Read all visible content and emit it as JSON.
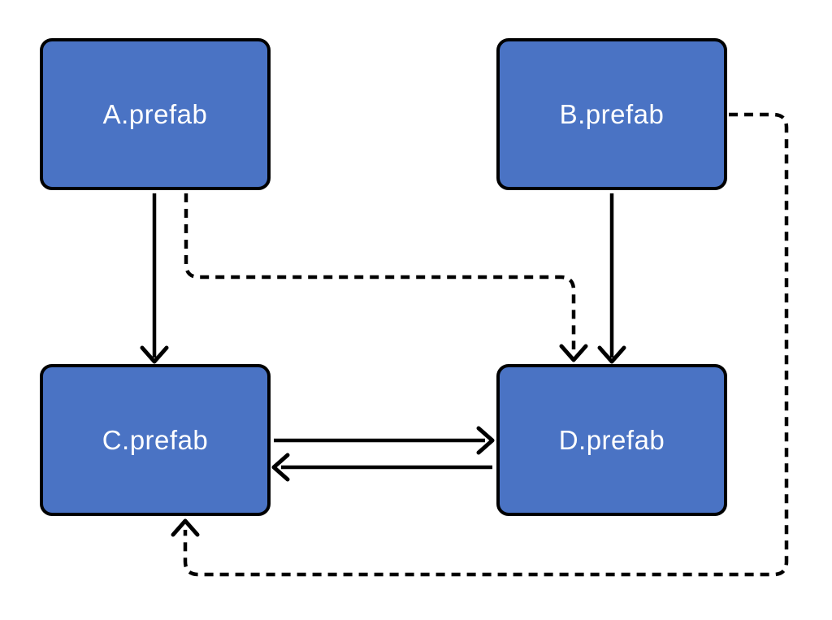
{
  "diagram": {
    "title": "prefab-dependency-diagram",
    "colors": {
      "background": "#ffffff",
      "node_fill": "#4a73c4",
      "node_border": "#000000",
      "node_text": "#ffffff",
      "edge": "#000000"
    },
    "nodes": {
      "a": {
        "label": "A.prefab"
      },
      "b": {
        "label": "B.prefab"
      },
      "c": {
        "label": "C.prefab"
      },
      "d": {
        "label": "D.prefab"
      }
    },
    "edges": [
      {
        "from": "A.prefab",
        "to": "C.prefab",
        "style": "solid",
        "direction": "down"
      },
      {
        "from": "B.prefab",
        "to": "D.prefab",
        "style": "solid",
        "direction": "down"
      },
      {
        "from": "A.prefab",
        "to": "D.prefab",
        "style": "dashed",
        "direction": "down-right-down"
      },
      {
        "from": "C.prefab",
        "to": "D.prefab",
        "style": "solid",
        "direction": "right"
      },
      {
        "from": "D.prefab",
        "to": "C.prefab",
        "style": "solid",
        "direction": "left"
      },
      {
        "from": "B.prefab",
        "to": "C.prefab",
        "style": "dashed",
        "direction": "right-down-left-up"
      }
    ]
  }
}
